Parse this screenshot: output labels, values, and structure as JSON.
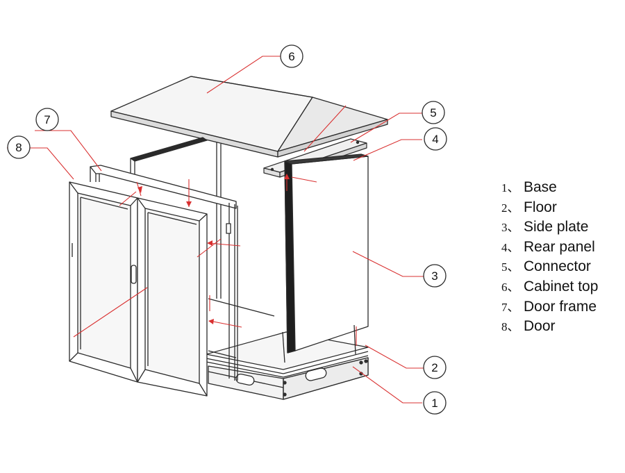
{
  "colors": {
    "leader": "#d93030",
    "outline": "#2a2a2a",
    "text": "#111111"
  },
  "callouts": [
    {
      "number": "6",
      "target_part": "Cabinet top"
    },
    {
      "number": "7",
      "target_part": "Door frame"
    },
    {
      "number": "8",
      "target_part": "Door"
    },
    {
      "number": "5",
      "target_part": "Connector"
    },
    {
      "number": "4",
      "target_part": "Rear panel"
    },
    {
      "number": "3",
      "target_part": "Side plate"
    },
    {
      "number": "2",
      "target_part": "Floor"
    },
    {
      "number": "1",
      "target_part": "Base"
    }
  ],
  "legend": [
    {
      "number": "1、",
      "label": "Base"
    },
    {
      "number": "2、",
      "label": "Floor"
    },
    {
      "number": "3、",
      "label": "Side plate"
    },
    {
      "number": "4、",
      "label": "Rear panel"
    },
    {
      "number": "5、",
      "label": "Connector"
    },
    {
      "number": "6、",
      "label": "Cabinet top"
    },
    {
      "number": "7、",
      "label": "Door frame"
    },
    {
      "number": "8、",
      "label": "Door"
    }
  ]
}
